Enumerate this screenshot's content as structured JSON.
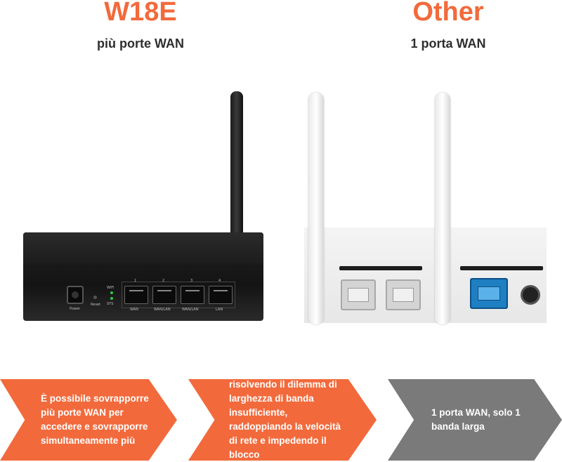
{
  "left": {
    "title": "W18E",
    "subtitle": "più porte WAN",
    "title_color": "#f26a3c",
    "device_labels": {
      "power": "Power",
      "reset": "Reset",
      "wifi": "WiFi",
      "sys": "SYS",
      "port_numbers": [
        "1",
        "2",
        "3",
        "4"
      ],
      "ports": [
        "WAN",
        "WAN/LAN",
        "WAN/LAN",
        "LAN"
      ]
    }
  },
  "right": {
    "title": "Other",
    "subtitle": "1 porta WAN",
    "title_color": "#f26a3c"
  },
  "arrows": [
    {
      "text": "È possibile sovrapporre più porte WAN per accedere e sovrapporre simultaneamente più",
      "color": "#f26a3c"
    },
    {
      "text": "risolvendo il dilemma di larghezza di banda insufficiente, raddoppiando la velocità di rete e impedendo il blocco",
      "color": "#f26a3c"
    },
    {
      "text": "1 porta WAN, solo 1 banda larga",
      "color": "#7a7a7a"
    }
  ]
}
